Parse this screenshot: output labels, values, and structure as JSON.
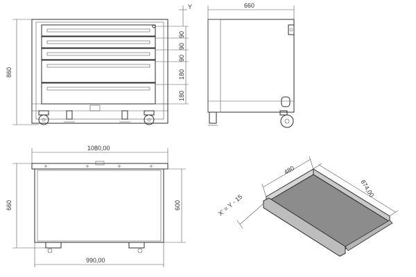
{
  "front_view": {
    "height": "860",
    "drawer_heights": [
      "90",
      "90",
      "90",
      "180",
      "180"
    ],
    "axis_label": "Y"
  },
  "side_view": {
    "depth": "660"
  },
  "top_view": {
    "outer_width": "1080,00",
    "inner_width": "990,00",
    "outer_depth": "660",
    "inner_depth": "600"
  },
  "drawer_tray": {
    "width": "480",
    "length": "874,00",
    "slide_note": "X' = Y - 15"
  }
}
